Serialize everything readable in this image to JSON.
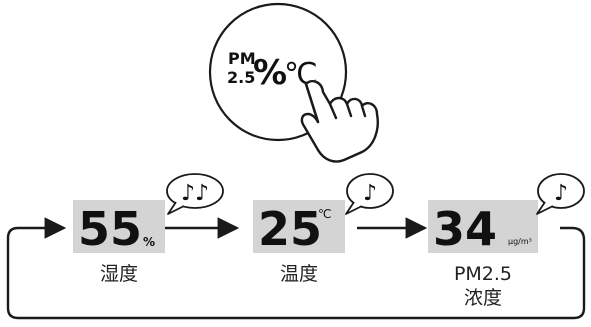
{
  "button": {
    "pm_line1": "PM",
    "pm_line2": "2.5",
    "percent": "%",
    "celsius": "℃"
  },
  "displays": [
    {
      "value": "55",
      "unit": "%",
      "label": "湿度",
      "label2": "",
      "beeps": "♪♪"
    },
    {
      "value": "25",
      "unit": "℃",
      "label": "温度",
      "label2": "",
      "beeps": "♪"
    },
    {
      "value": "34",
      "unit": "μg/m³",
      "label": "PM2.5",
      "label2": "浓度",
      "beeps": "♪"
    }
  ],
  "colors": {
    "lcd_background": "#d4d4d4",
    "ink": "#1a1a1a"
  },
  "icons": [
    "hand-press-icon",
    "sound-beep-icon",
    "arrow-right-icon",
    "loop-arrow-icon"
  ]
}
